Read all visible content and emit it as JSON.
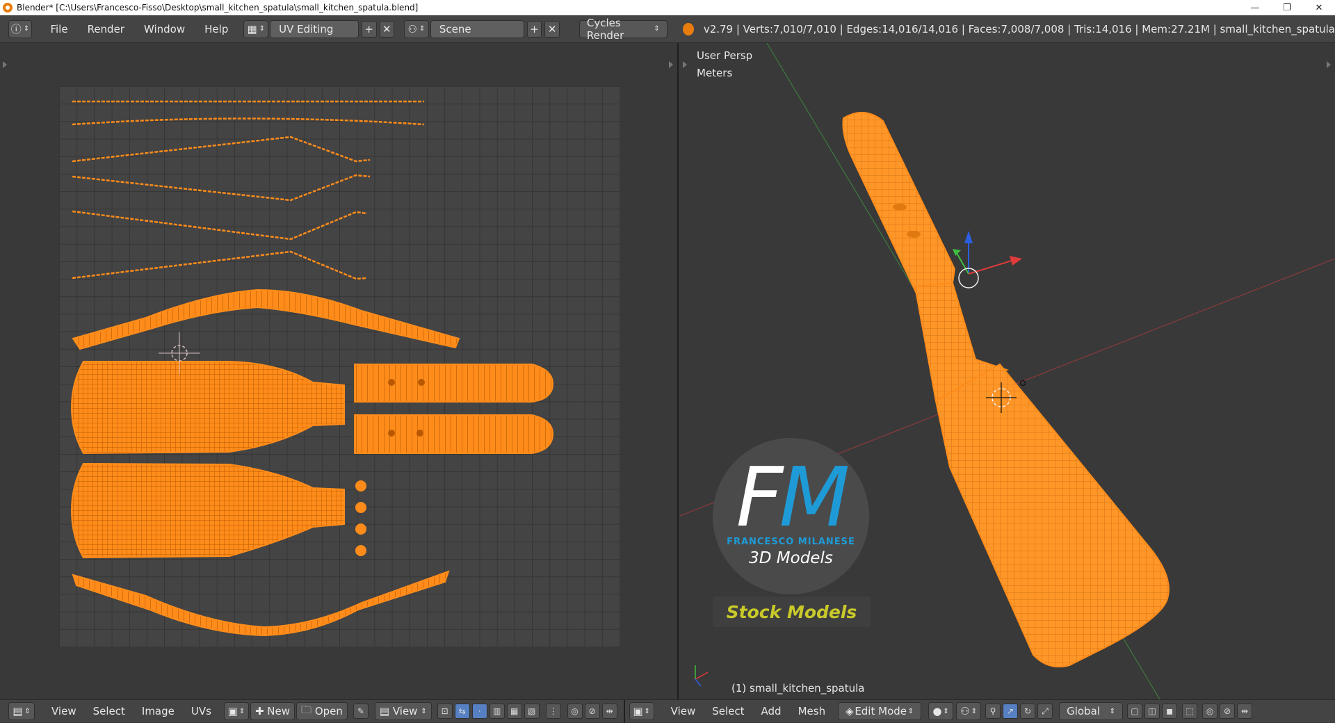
{
  "window": {
    "title": "Blender* [C:\\Users\\Francesco-Fisso\\Desktop\\small_kitchen_spatula\\small_kitchen_spatula.blend]",
    "minimize": "—",
    "restore": "❐",
    "close": "✕"
  },
  "menu": {
    "items": [
      "File",
      "Render",
      "Window",
      "Help"
    ],
    "layout": "UV Editing",
    "scene": "Scene",
    "engine": "Cycles Render",
    "add_glyph": "+",
    "remove_glyph": "✕"
  },
  "stats": "v2.79 | Verts:7,010/7,010 | Edges:14,016/14,016 | Faces:7,008/7,008 | Tris:14,016 | Mem:27.21M | small_kitchen_spatula",
  "viewport": {
    "view_name": "User Persp",
    "units": "Meters",
    "object_label": "(1) small_kitchen_spatula"
  },
  "watermark": {
    "letter_f": "F",
    "letter_m": "M",
    "name": "FRANCESCO MILANESE",
    "subtitle": "3D Models",
    "stock": "Stock Models"
  },
  "uv_footer": {
    "items": [
      "View",
      "Select",
      "Image",
      "UVs"
    ],
    "new_label": "New",
    "open_label": "Open",
    "view_label": "View"
  },
  "view3d_footer": {
    "items": [
      "View",
      "Select",
      "Add",
      "Mesh"
    ],
    "mode": "Edit Mode",
    "orientation": "Global"
  },
  "colors": {
    "mesh_orange": "#ff8c1a",
    "mesh_wire": "#c45e00",
    "fm_blue": "#1e9bd7",
    "stock_yellow": "#c9c92a",
    "header_bg": "#444444"
  }
}
